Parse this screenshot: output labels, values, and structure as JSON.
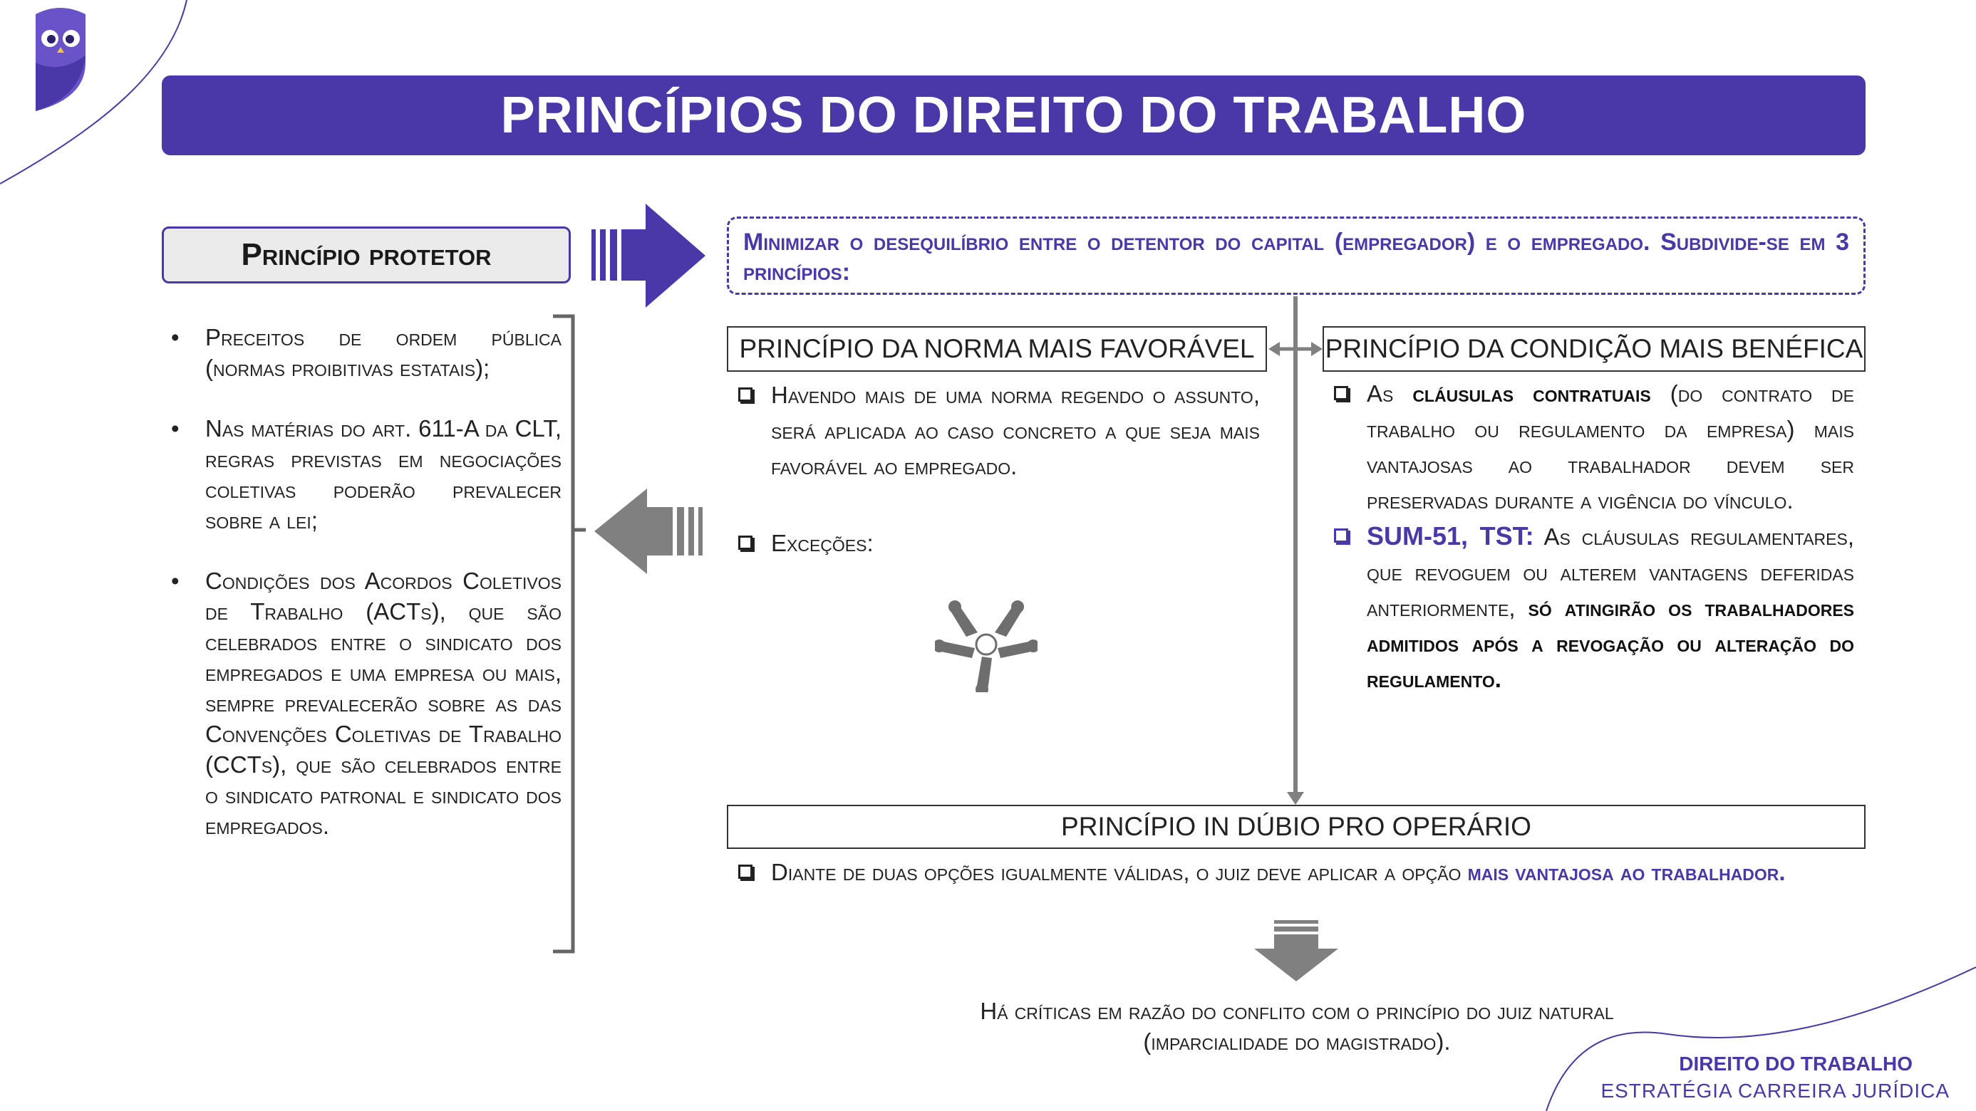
{
  "title": "PRINCÍPIOS DO DIREITO DO TRABALHO",
  "principio_protetor": "Princípio protetor",
  "protetor_items": [
    "Preceitos de ordem pública (normas proibitivas estatais);",
    "Nas matérias do art. 611-A da CLT, regras previstas em negociações coletivas poderão prevalecer sobre a lei;",
    "Condições dos Acordos Coletivos de Trabalho (ACTs), que são celebrados entre o sindicato dos empregados e uma empresa ou mais, sempre prevalecerão sobre as das Convenções Coletivas de Trabalho (CCTs), que são celebrados entre o sindicato patronal e sindicato dos empregados."
  ],
  "summary": "Minimizar o desequilíbrio entre o detentor do capital (empregador) e o empregado. Subdivide-se em 3 princípios:",
  "norma": {
    "heading": "PRINCÍPIO DA NORMA MAIS FAVORÁVEL",
    "item1": "Havendo mais de uma norma regendo o assunto, será aplicada ao caso concreto a que seja mais favorável ao empregado.",
    "item2": "Exceções:"
  },
  "condicao": {
    "heading": "PRINCÍPIO DA CONDIÇÃO MAIS BENÉFICA",
    "item1_pre": "As ",
    "item1_bold": "cláusulas contratuais",
    "item1_post": " (do contrato de trabalho ou regulamento da empresa) mais vantajosas ao trabalhador devem ser preservadas durante a vigência do vínculo.",
    "item2_ref": "SUM-51, TST:",
    "item2_text": " As cláusulas regulamentares, que revoguem ou alterem vantagens deferidas anteriormente, ",
    "item2_bold": "só atingirão os trabalhadores admitidos após a revogação ou alteração do regulamento."
  },
  "dubio": {
    "heading": "PRINCÍPIO IN DÚBIO PRO OPERÁRIO",
    "text": "Diante de duas opções igualmente válidas, o juiz deve aplicar a opção ",
    "bold": "mais vantajosa ao trabalhador."
  },
  "criticas": "Há críticas em razão do conflito com o princípio do juiz natural (imparcialidade do magistrado).",
  "footer": {
    "title": "DIREITO DO TRABALHO",
    "subtitle": "ESTRATÉGIA CARREIRA JURÍDICA"
  },
  "colors": {
    "accent": "#4a38a8",
    "arrow_gray": "#808080"
  },
  "icons": [
    "owl-logo-icon",
    "hands-together-icon",
    "arrow-right-icon",
    "arrow-left-icon",
    "arrow-down-icon"
  ]
}
